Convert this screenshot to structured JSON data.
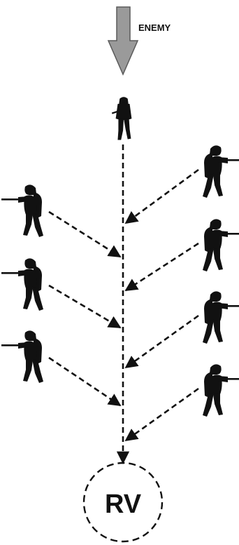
{
  "enemy_label": "ENEMY",
  "rv_label": "RV",
  "colors": {
    "arrow_fill": "#9a9a9a",
    "arrow_stroke": "#5a5a5a",
    "ink": "#111111"
  },
  "soldiers": {
    "point": "point-soldier",
    "left": [
      "left-soldier-1",
      "left-soldier-2",
      "left-soldier-3"
    ],
    "right": [
      "right-soldier-1",
      "right-soldier-2",
      "right-soldier-3",
      "right-soldier-4"
    ]
  }
}
